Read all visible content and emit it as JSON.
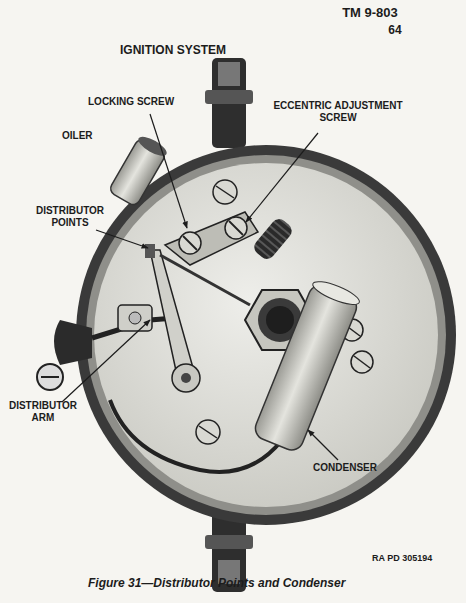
{
  "diagram": {
    "title": "IGNITION SYSTEM",
    "caption": "Figure 31—Distributor Points and Condenser",
    "labels": [
      "TM 9-803",
      "64",
      "LOCKING SCREW",
      "ECCENTRIC ADJUSTMENT SCREW",
      "OILER",
      "DISTRIBUTOR POINTS",
      "DISTRIBUTOR ARM",
      "CONDENSER",
      "RA PD 305194"
    ]
  }
}
